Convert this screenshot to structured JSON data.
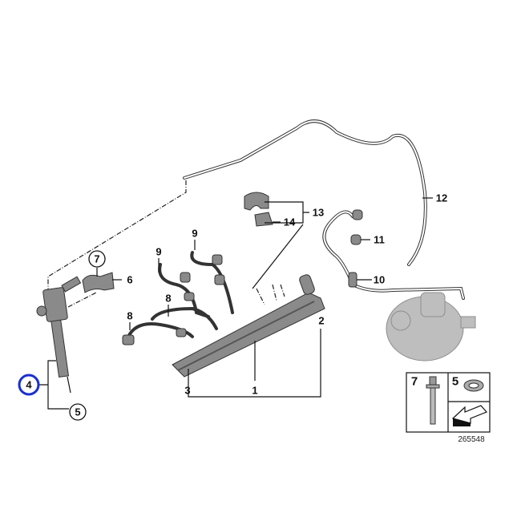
{
  "diagram": {
    "callouts": {
      "c1": "1",
      "c2": "2",
      "c3": "3",
      "c4": "4",
      "c5": "5",
      "c6": "6",
      "c7": "7",
      "c8a": "8",
      "c8b": "8",
      "c9a": "9",
      "c9b": "9",
      "c10": "10",
      "c11": "11",
      "c12": "12",
      "c13": "13",
      "c14": "14"
    },
    "highlight_color": "#1a2fd0",
    "legend": {
      "item_a": "7",
      "item_b": "5"
    },
    "part_number": "265548"
  }
}
